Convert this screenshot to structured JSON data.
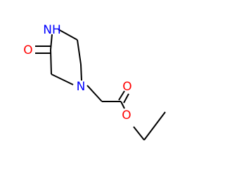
{
  "molecule": {
    "atoms": {
      "nh": "NH",
      "n": "N",
      "o_ketone": "O",
      "o_carbonyl": "O",
      "o_ester": "O"
    },
    "colors": {
      "nitrogen": "#0000FF",
      "oxygen": "#FF0000",
      "bond": "#000000",
      "background": "#FFFFFF"
    }
  }
}
